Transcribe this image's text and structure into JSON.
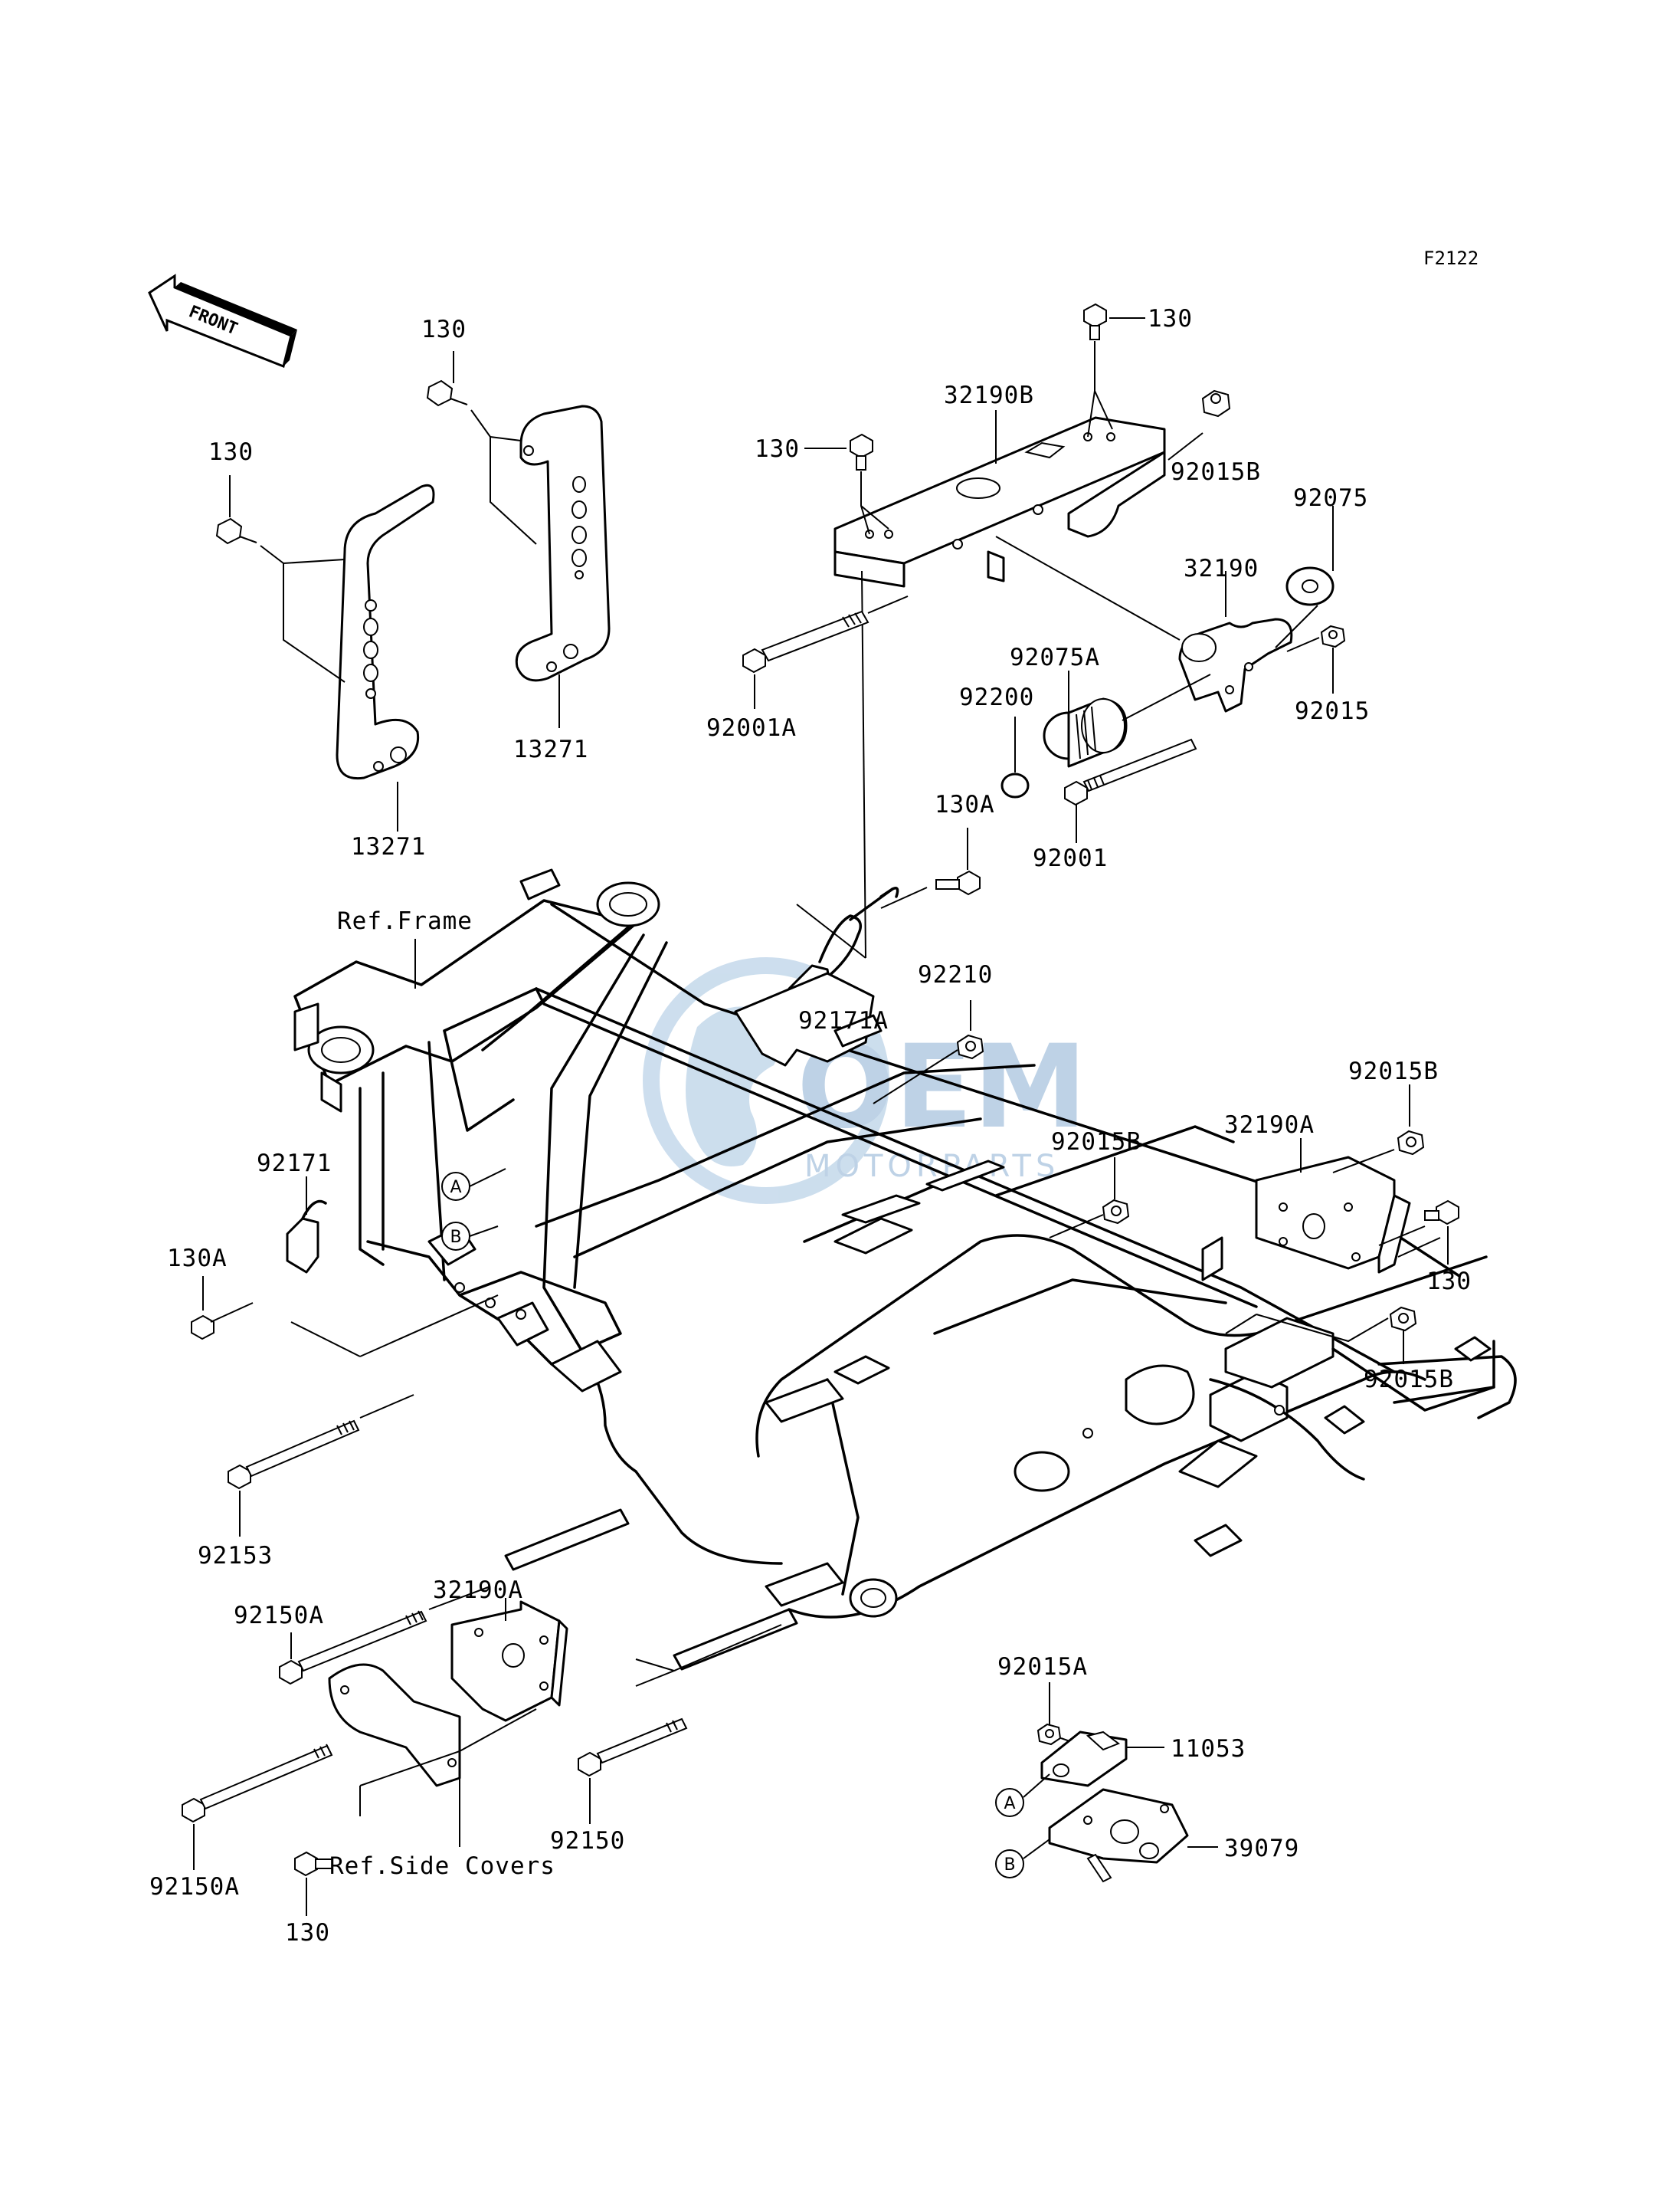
{
  "figure_code": "F2122",
  "front_label": "FRONT",
  "watermark": {
    "brand": "OEM",
    "sub": "MOTORPARTS"
  },
  "callouts": {
    "c130_top_left_a": "130",
    "c130_top_left_b": "130",
    "c13271_left": "13271",
    "c13271_right": "13271",
    "c130_top": "130",
    "c32190B": "32190B",
    "c130_mid": "130",
    "c92015B_top": "92015B",
    "c92075": "92075",
    "c32190": "32190",
    "c92075A": "92075A",
    "c92200": "92200",
    "c92015": "92015",
    "c92001A": "92001A",
    "c130A_top": "130A",
    "c92001": "92001",
    "ref_frame": "Ref.Frame",
    "c92210": "92210",
    "c92171A": "92171A",
    "c92015B_right": "92015B",
    "c32190A_right": "32190A",
    "c92015B_mid": "92015B",
    "c92171": "92171",
    "c130A_left": "130A",
    "c130_right": "130",
    "c92015B_low": "92015B",
    "c92153": "92153",
    "c92150A_top": "92150A",
    "c32190A_low": "32190A",
    "c92015A": "92015A",
    "c11053": "11053",
    "c92150": "92150",
    "c39079": "39079",
    "c92150A_low": "92150A",
    "ref_side_covers": "Ref.Side Covers",
    "c130_bottom": "130"
  },
  "ref_markers": {
    "a": "A",
    "b": "B"
  }
}
